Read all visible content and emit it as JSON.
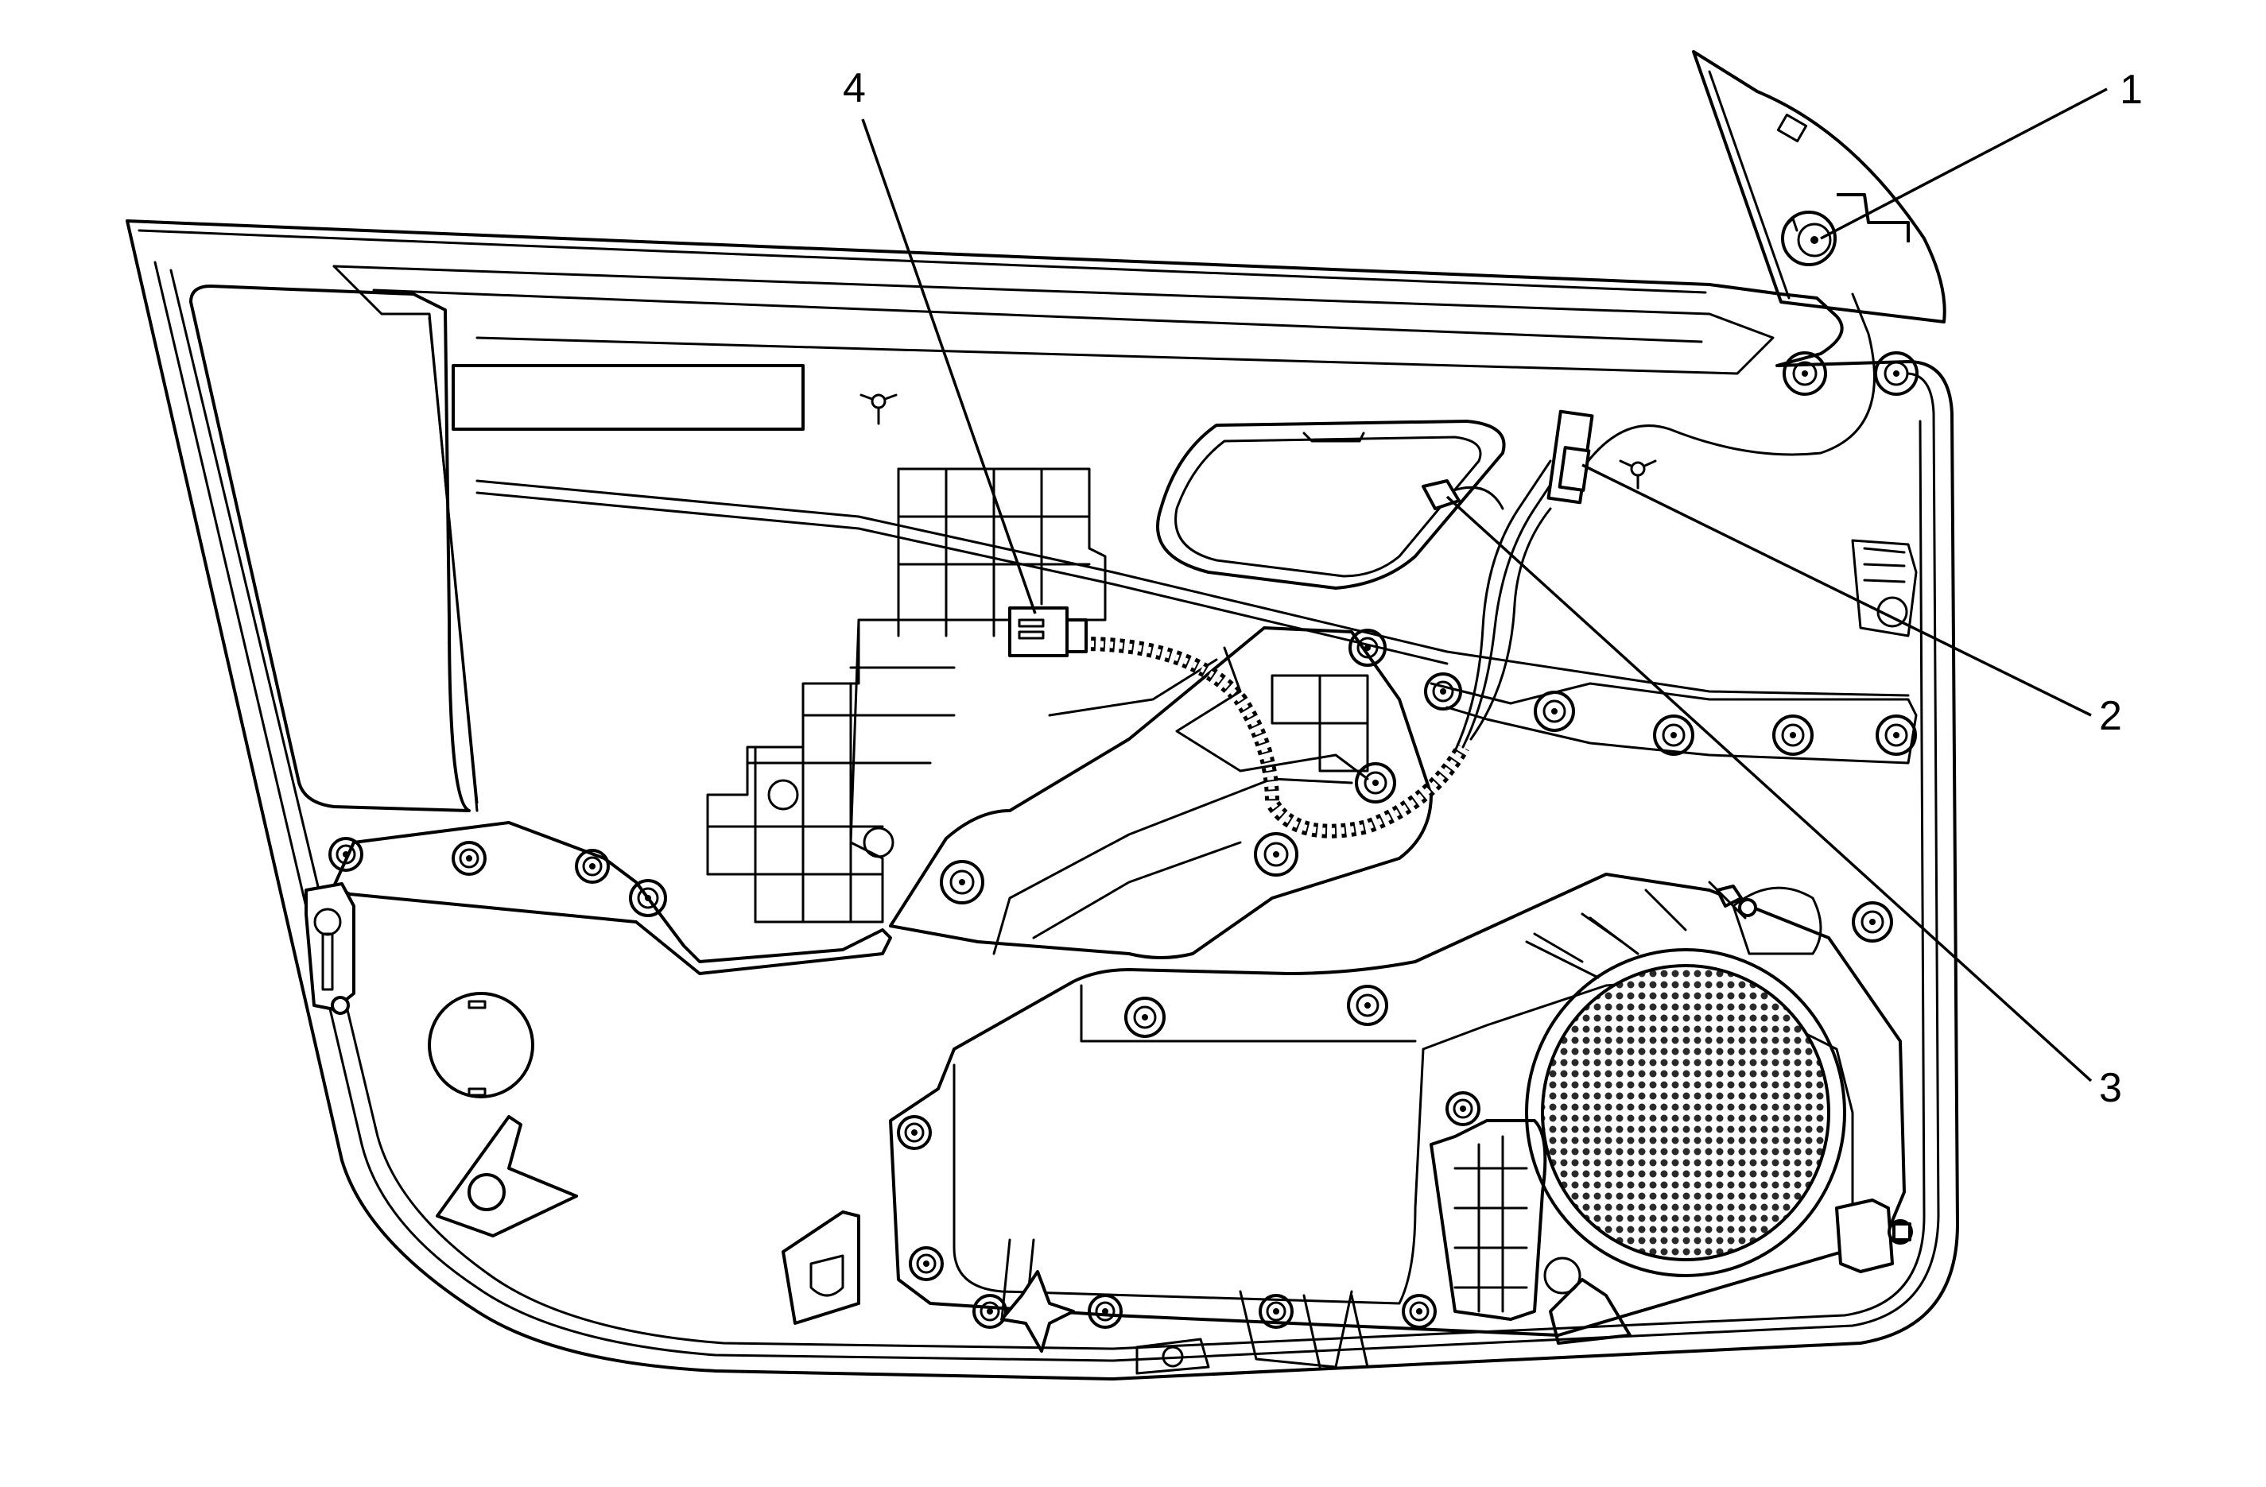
{
  "diagram": {
    "callouts": [
      {
        "id": "1",
        "label": "1",
        "target": "door-trim-upper-push-pin-retainer"
      },
      {
        "id": "2",
        "label": "2",
        "target": "window-switch-electrical-connector"
      },
      {
        "id": "3",
        "label": "3",
        "target": "mirror-harness-electrical-connector"
      },
      {
        "id": "4",
        "label": "4",
        "target": "door-harness-electrical-connector"
      }
    ]
  },
  "colors": {
    "line": "#000000",
    "background": "#ffffff",
    "speaker_mesh": "#2a2a2a"
  }
}
